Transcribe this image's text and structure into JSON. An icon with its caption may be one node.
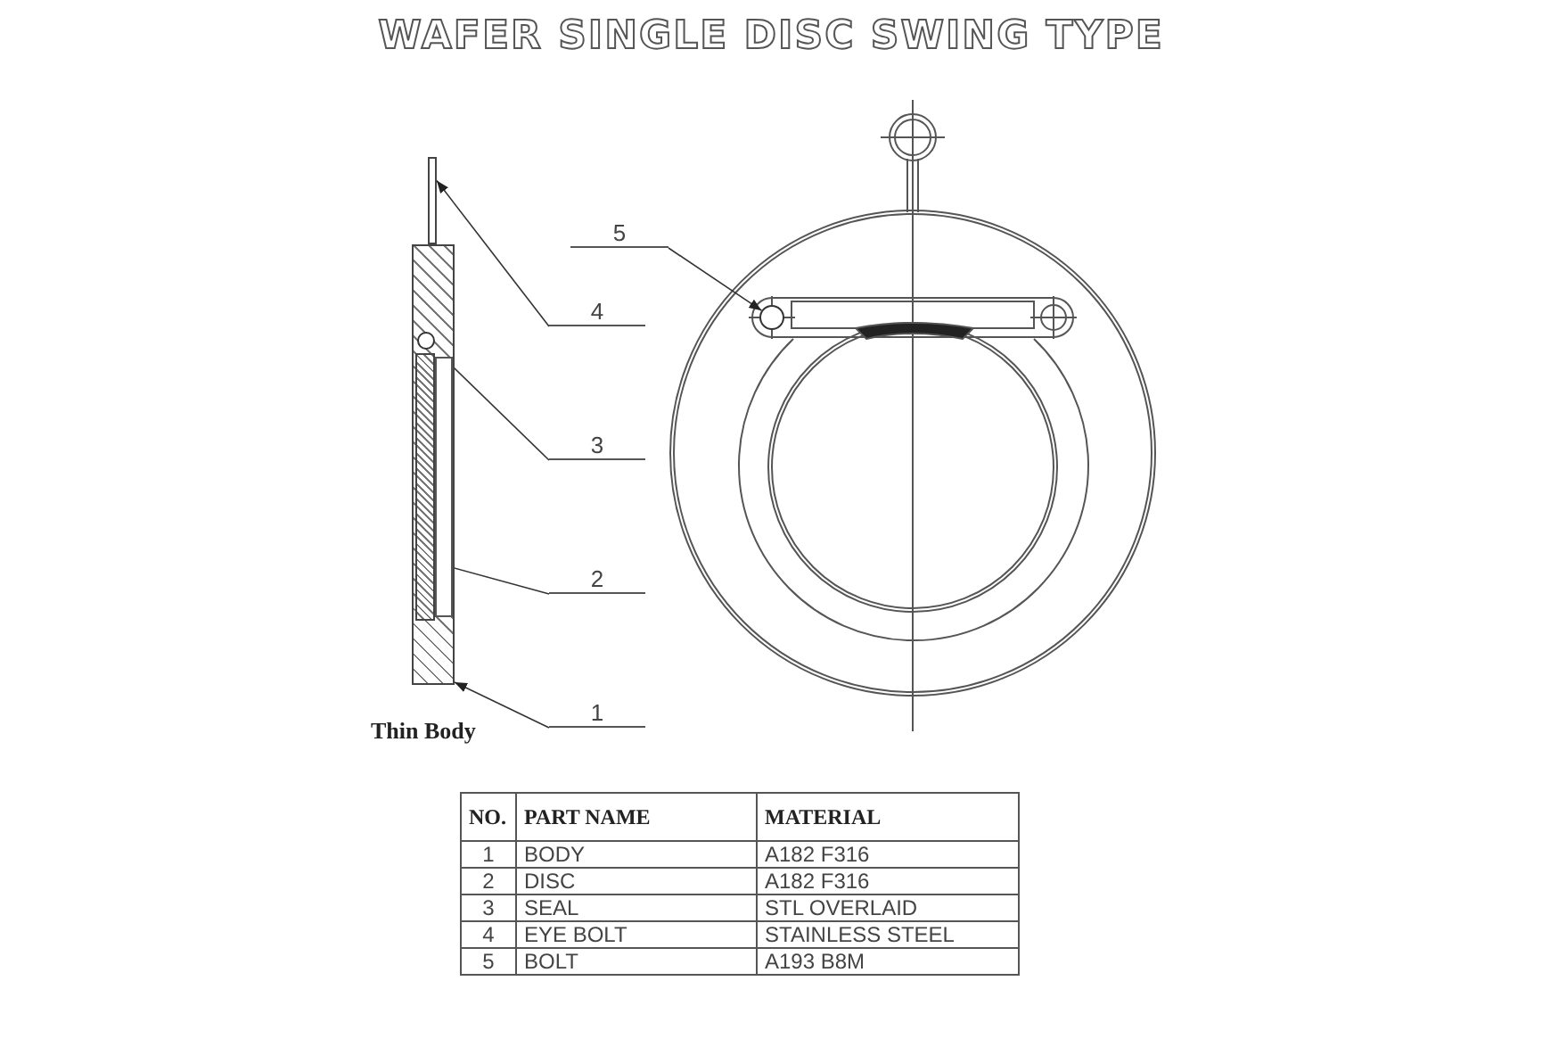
{
  "diagram": {
    "title": "WAFER SINGLE DISC SWING TYPE",
    "nodes": [
      {
        "text": [
          "5"
        ]
      },
      {
        "text": [
          "4"
        ]
      },
      {
        "text": [
          "3"
        ]
      },
      {
        "text": [
          "2"
        ]
      },
      {
        "text": [
          "1"
        ]
      },
      {
        "text": [],
        "shape": "circle"
      },
      {
        "text": [],
        "shape": "bar"
      },
      {
        "text": [],
        "shape": "box"
      },
      {
        "text": [],
        "shape": "circle",
        "in": 7
      },
      {
        "text": [],
        "shape": "bar",
        "in": 7
      }
    ],
    "edges": [
      {
        "from": 0,
        "to": 5,
        "arrow": "to"
      },
      {
        "from": 1,
        "to": 6,
        "arrow": "to"
      },
      {
        "from": 2,
        "to": 8,
        "arrow": "to"
      },
      {
        "from": 3,
        "to": 9,
        "arrow": "to"
      },
      {
        "from": 4,
        "to": 7,
        "arrow": "to"
      }
    ],
    "labels": [
      "Thin Body",
      "NO.",
      "PART  NAME",
      "MATERIAL",
      "1",
      "BODY",
      "A182 F316",
      "2",
      "DISC",
      "A182 F316",
      "3",
      "SEAL",
      "STL OVERLAID",
      "4",
      "EYE BOLT",
      "STAINLESS STEEL",
      "5",
      "BOLT",
      "A193 B8M"
    ]
  }
}
